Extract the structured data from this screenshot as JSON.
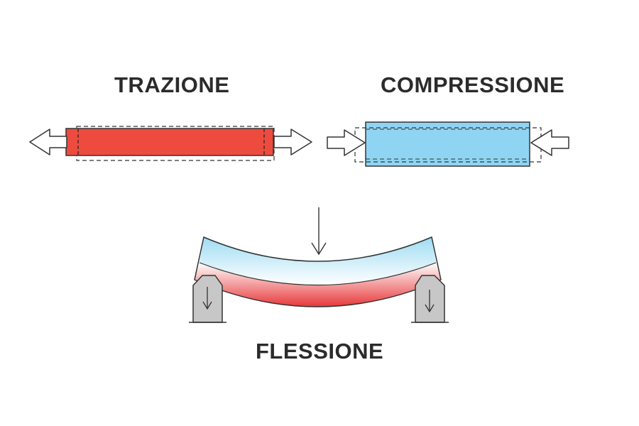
{
  "labels": {
    "tension": "TRAZIONE",
    "compression": "COMPRESSIONE",
    "bending": "FLESSIONE"
  },
  "colors": {
    "tension_fill": "#ee4b3f",
    "compression_fill": "#8fd5f3",
    "beam_top": "#a7dff4",
    "beam_bottom": "#ea3f3a",
    "support_fill": "#c7c7c7",
    "outline": "#333333",
    "text": "#2b2b2b"
  },
  "icons": {
    "tension_arrows": "outward-hollow-arrow-icon",
    "compression_arrows": "inward-hollow-arrow-icon",
    "load_arrow": "down-arrow-icon",
    "support_arrows": "down-arrow-icon"
  }
}
